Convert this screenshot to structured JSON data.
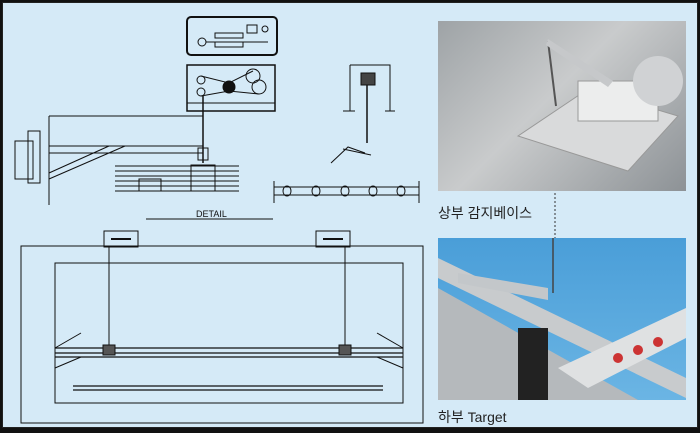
{
  "drawing": {
    "detail_label": "DETAIL"
  },
  "photos": {
    "top_caption": "상부 감지베이스",
    "bottom_caption": "하부 Target"
  },
  "colors": {
    "background": "#d5eaf7",
    "line": "#111111",
    "photo_bottom_bg": "#4a9ed8"
  }
}
